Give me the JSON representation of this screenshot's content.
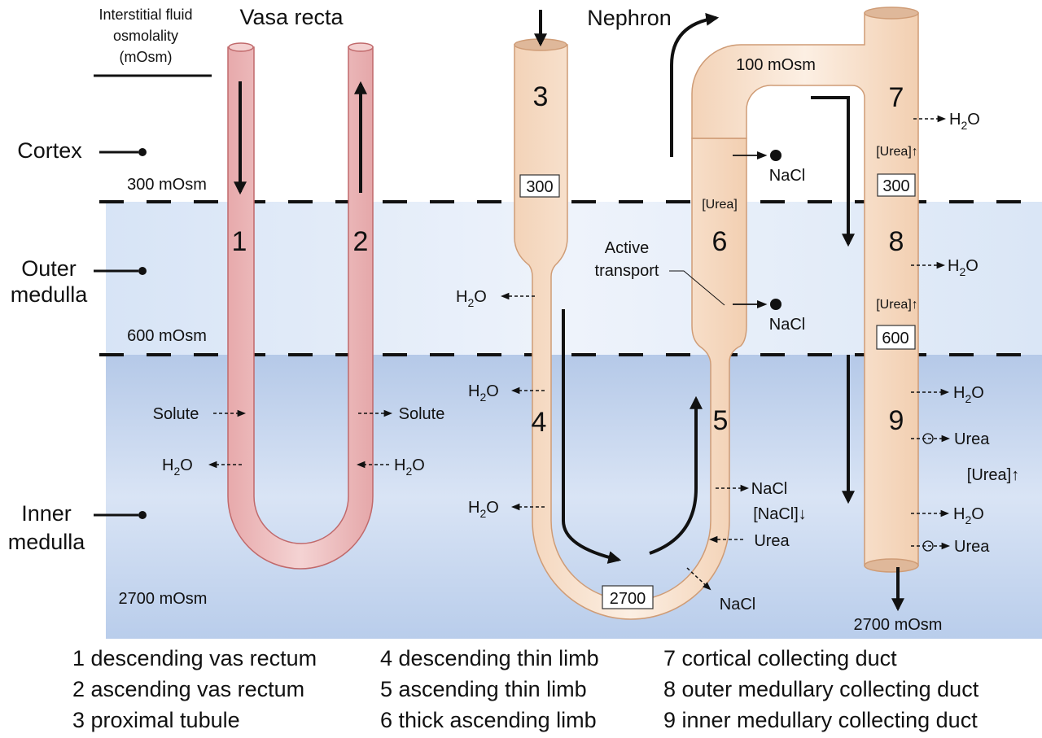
{
  "header": {
    "interstitial_label_lines": [
      "Interstitial fluid",
      "osmolality",
      "(mOsm)"
    ],
    "vasa_recta_title": "Vasa recta",
    "nephron_title": "Nephron"
  },
  "zones": [
    {
      "name": "Cortex",
      "lines": [
        "Cortex"
      ],
      "osmolality": "300 mOsm"
    },
    {
      "name": "Outer medulla",
      "lines": [
        "Outer",
        "medulla"
      ],
      "osmolality": "600 mOsm"
    },
    {
      "name": "Inner medulla",
      "lines": [
        "Inner",
        "medulla"
      ],
      "osmolality": "2700 mOsm"
    }
  ],
  "segment_numbers": [
    "1",
    "2",
    "3",
    "4",
    "5",
    "6",
    "7",
    "8",
    "9"
  ],
  "boxed_values": {
    "proximal": "300",
    "loop_tip": "2700",
    "cortical_cd": "300",
    "outer_cd": "600"
  },
  "annotations": {
    "distal_osm": "100 mOsm",
    "final_urine": "2700 mOsm",
    "solute": "Solute",
    "h2o_main": "H",
    "h2o_sub": "2",
    "h2o_end": "O",
    "nacl": "NaCl",
    "nacl_down": "[NaCl]↓",
    "urea": "Urea",
    "urea_bracket": "[Urea]",
    "urea_up": "[Urea]↑",
    "active_transport_lines": [
      "Active",
      "transport"
    ]
  },
  "legend": {
    "columns": [
      [
        "1 descending vas rectum",
        "2 ascending vas rectum",
        "3 proximal tubule"
      ],
      [
        "4 descending thin limb",
        "5 ascending thin limb",
        "6 thick ascending limb"
      ],
      [
        "7 cortical collecting duct",
        "8 outer medullary collecting duct",
        "9 inner medullary collecting duct"
      ]
    ]
  },
  "colors": {
    "vasa_fill": "#efc4c4",
    "vasa_stroke": "#c0696b",
    "tubule_fill": "#f8e2cf",
    "tubule_stroke": "#cf9c76",
    "outer_medulla_bg": "#e3ecf8",
    "inner_medulla_bg": "#bccfeb"
  }
}
